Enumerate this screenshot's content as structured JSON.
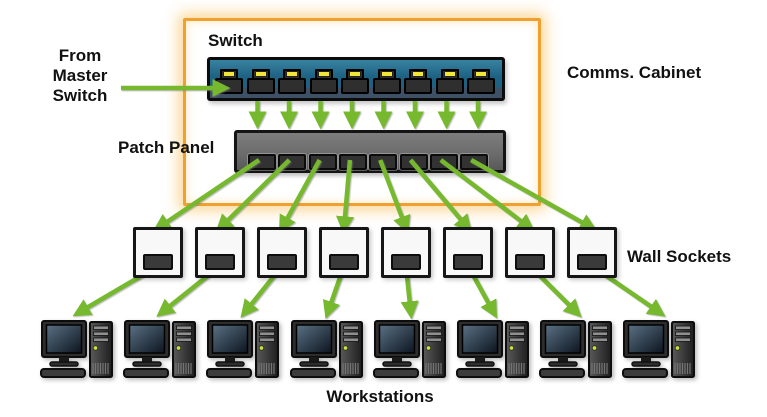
{
  "labels": {
    "switch": "Switch",
    "from_master_switch": "From\nMaster\nSwitch",
    "patch_panel": "Patch Panel",
    "comms_cabinet": "Comms. Cabinet",
    "wall_sockets": "Wall Sockets",
    "workstations": "Workstations"
  },
  "colors": {
    "arrow_green": "#76b92e",
    "cabinet_orange": "#efa02f",
    "switch_blue": "#1d6183",
    "led_yellow": "#f3e63b",
    "panel_gray": "#6a6a6a",
    "port_dark": "#2f2f2f"
  },
  "counts": {
    "switch_ports": 9,
    "switch_to_patch_arrows": 8,
    "patch_panel_ports": 8,
    "wall_sockets": 8,
    "workstations": 8
  }
}
